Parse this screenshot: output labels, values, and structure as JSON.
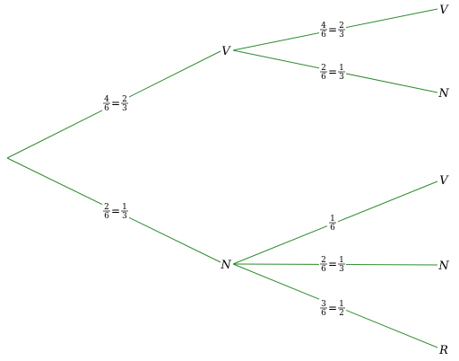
{
  "tree": {
    "level1": [
      {
        "node": "V",
        "prob": {
          "num": "4",
          "den": "6",
          "simp_num": "2",
          "simp_den": "3"
        }
      },
      {
        "node": "N",
        "prob": {
          "num": "2",
          "den": "6",
          "simp_num": "1",
          "simp_den": "3"
        }
      }
    ],
    "level2_from_V": [
      {
        "node": "V",
        "prob": {
          "num": "4",
          "den": "6",
          "simp_num": "2",
          "simp_den": "3"
        }
      },
      {
        "node": "N",
        "prob": {
          "num": "2",
          "den": "6",
          "simp_num": "1",
          "simp_den": "3"
        }
      }
    ],
    "level2_from_N": [
      {
        "node": "V",
        "prob": {
          "num": "1",
          "den": "6"
        }
      },
      {
        "node": "N",
        "prob": {
          "num": "2",
          "den": "6",
          "simp_num": "1",
          "simp_den": "3"
        }
      },
      {
        "node": "R",
        "prob": {
          "num": "3",
          "den": "6",
          "simp_num": "1",
          "simp_den": "2"
        }
      }
    ]
  }
}
